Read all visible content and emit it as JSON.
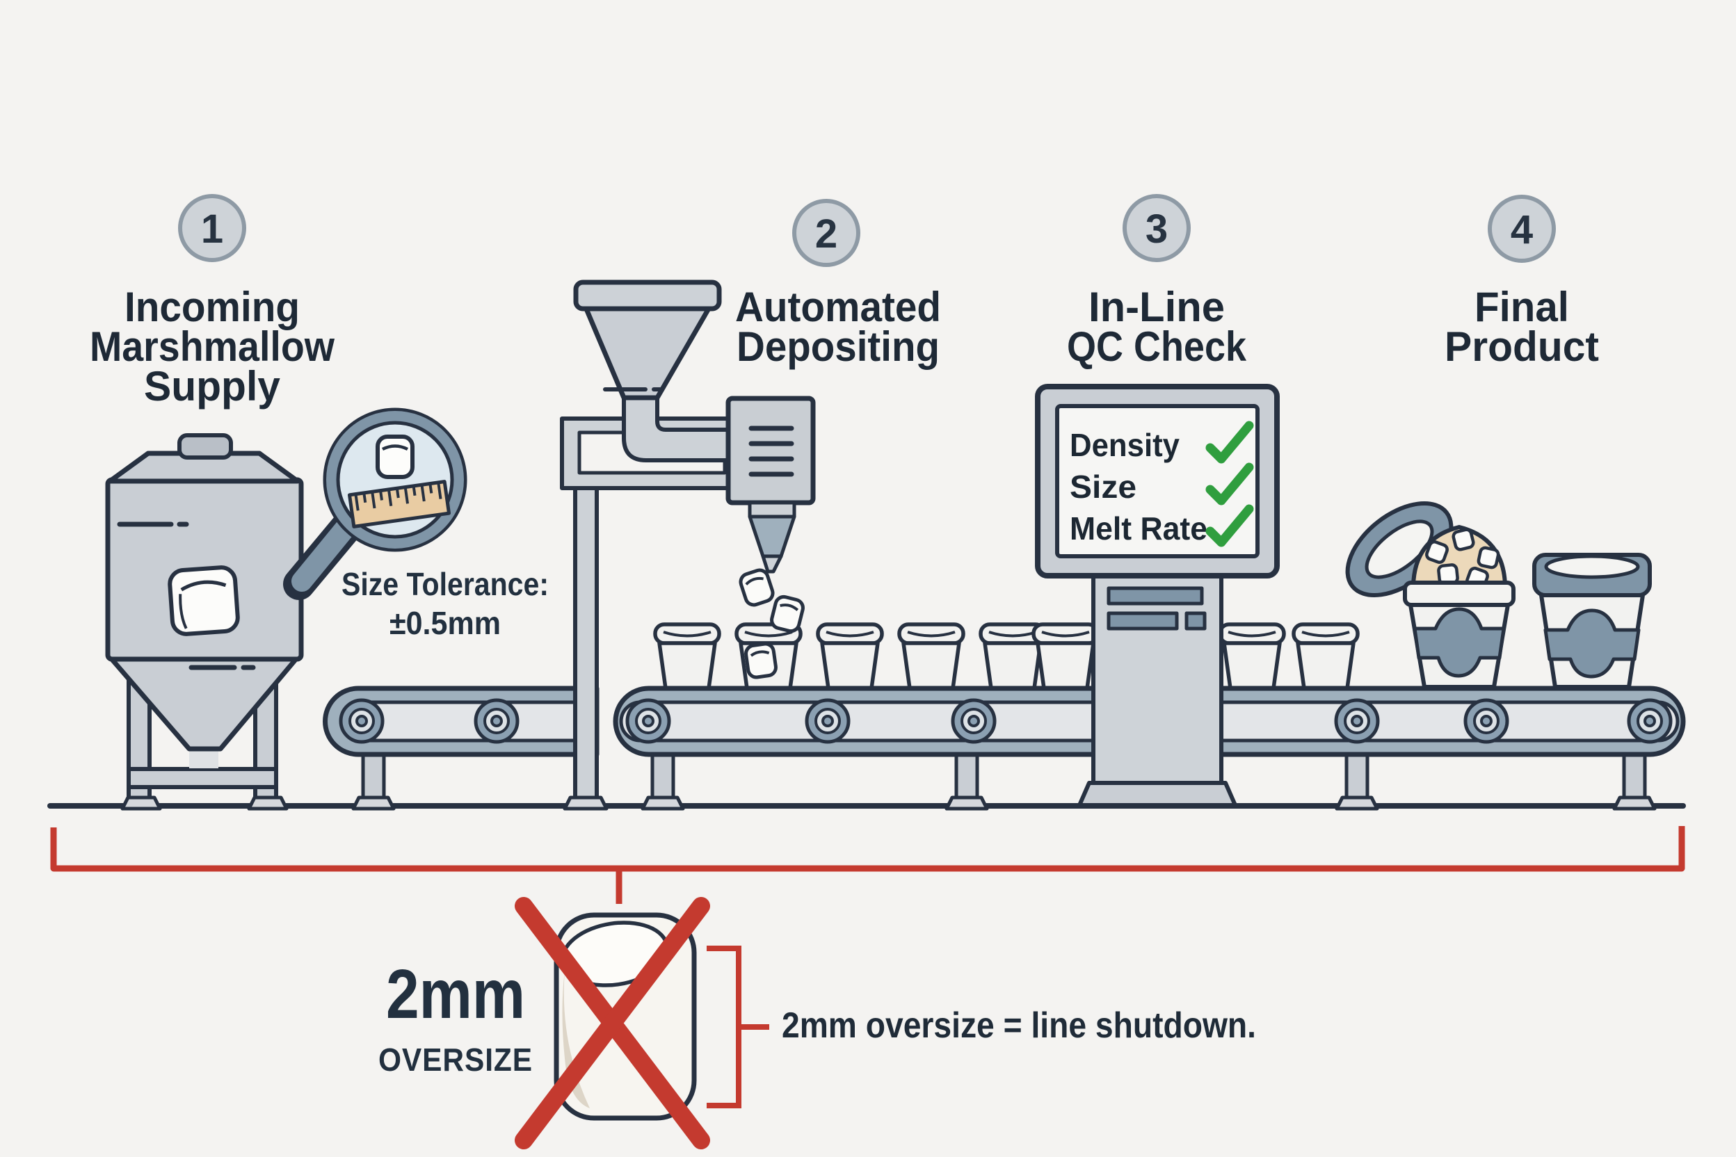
{
  "colors": {
    "background": "#f4f3f1",
    "outline": "#273141",
    "text_dark": "#1e2936",
    "machine_gray": "#c9ced4",
    "machine_gray_light": "#e2e4e7",
    "steel_blue": "#7f95a7",
    "steel_blue_light": "#9fb0bd",
    "accent_red": "#c43a2f",
    "check_green": "#2f9e3e",
    "ruler_tan": "#e9cca3",
    "dome_tan": "#ecd9ba",
    "marshmallow_white": "#fbfbf9"
  },
  "steps": [
    {
      "number": "1",
      "title_lines": [
        "Incoming",
        "Marshmallow",
        "Supply"
      ]
    },
    {
      "number": "2",
      "title_lines": [
        "Automated",
        "Depositing"
      ]
    },
    {
      "number": "3",
      "title_lines": [
        "In-Line",
        "QC Check"
      ]
    },
    {
      "number": "4",
      "title_lines": [
        "Final",
        "Product"
      ]
    }
  ],
  "magnifier_callout": {
    "line1": "Size Tolerance:",
    "line2": "±0.5mm"
  },
  "qc_screen": {
    "items": [
      {
        "label": "Density",
        "status": "pass"
      },
      {
        "label": "Size",
        "status": "pass"
      },
      {
        "label": "Melt Rate",
        "status": "pass"
      }
    ]
  },
  "oversize_callout": {
    "value": "2mm",
    "label": "OVERSIZE",
    "note": "2mm oversize = line shutdown."
  }
}
